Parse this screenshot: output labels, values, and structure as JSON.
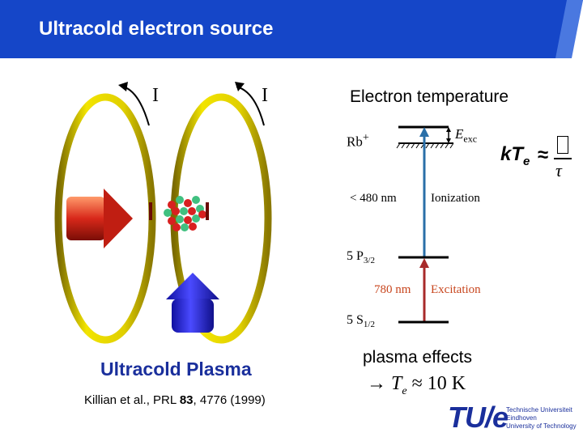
{
  "header": {
    "title": "Ultracold electron source"
  },
  "left_panel": {
    "current_label_left": "I",
    "current_label_right": "I",
    "caption": "Ultracold Plasma",
    "citation_prefix": "Killian et al., PRL ",
    "citation_volume": "83",
    "citation_suffix": ", 4776 (1999)"
  },
  "right_panel": {
    "heading": "Electron temperature",
    "levels": {
      "top": "Rb",
      "top_sup": "+",
      "excited_energy": "E",
      "excited_energy_sub": "exc",
      "ionization_wavelength": "< 480 nm",
      "ionization_label": "Ionization",
      "mid_level": "5 P",
      "mid_level_sub": "3/2",
      "excitation_wavelength": "780 nm",
      "excitation_label": "Excitation",
      "ground_level": "5 S",
      "ground_level_sub": "1/2"
    },
    "formula": {
      "lhs": "kT",
      "lhs_sub": "e",
      "approx": "≈",
      "denominator": "τ"
    },
    "plasma_heading": "plasma effects",
    "result": {
      "arrow": "→",
      "var": "T",
      "var_sub": "e",
      "approx": "≈",
      "value": "10 K"
    }
  },
  "logo": {
    "mark": "TU/e",
    "line1": "Technische Universiteit",
    "line2": "Eindhoven",
    "line3": "University of Technology"
  },
  "colors": {
    "header_blue": "#1546c8",
    "coil_yellow": "#e8d800",
    "laser_red": "#d0281e",
    "beam_blue": "#2a2ae0",
    "level_arrow_blue": "#2a6fa8",
    "level_arrow_red": "#a82a2a",
    "tue_blue": "#1a2f9c"
  }
}
